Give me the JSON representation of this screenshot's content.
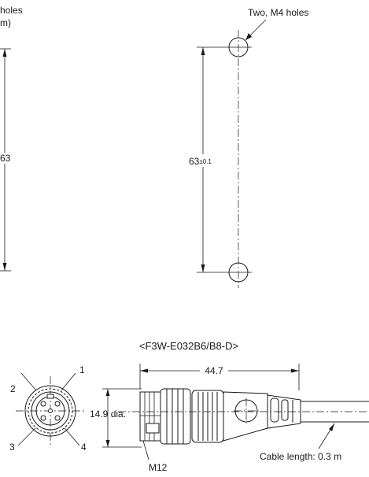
{
  "left_view": {
    "hole_note_line1": "holes",
    "hole_note_line2": "m)",
    "dimension": "63"
  },
  "right_view": {
    "hole_note": "Two, M4 holes",
    "dimension_main": "63",
    "dimension_tol": "±0.1"
  },
  "connector": {
    "title": "<F3W-E032B6/B8-D>",
    "length": "44.7",
    "diameter": "14.9 dia.",
    "thread": "M12",
    "cable": "Cable length: 0.3 m",
    "pins": [
      "1",
      "2",
      "3",
      "4"
    ]
  },
  "colors": {
    "line": "#1a1a1a",
    "background": "#ffffff",
    "shade": "#d9d9d9"
  }
}
